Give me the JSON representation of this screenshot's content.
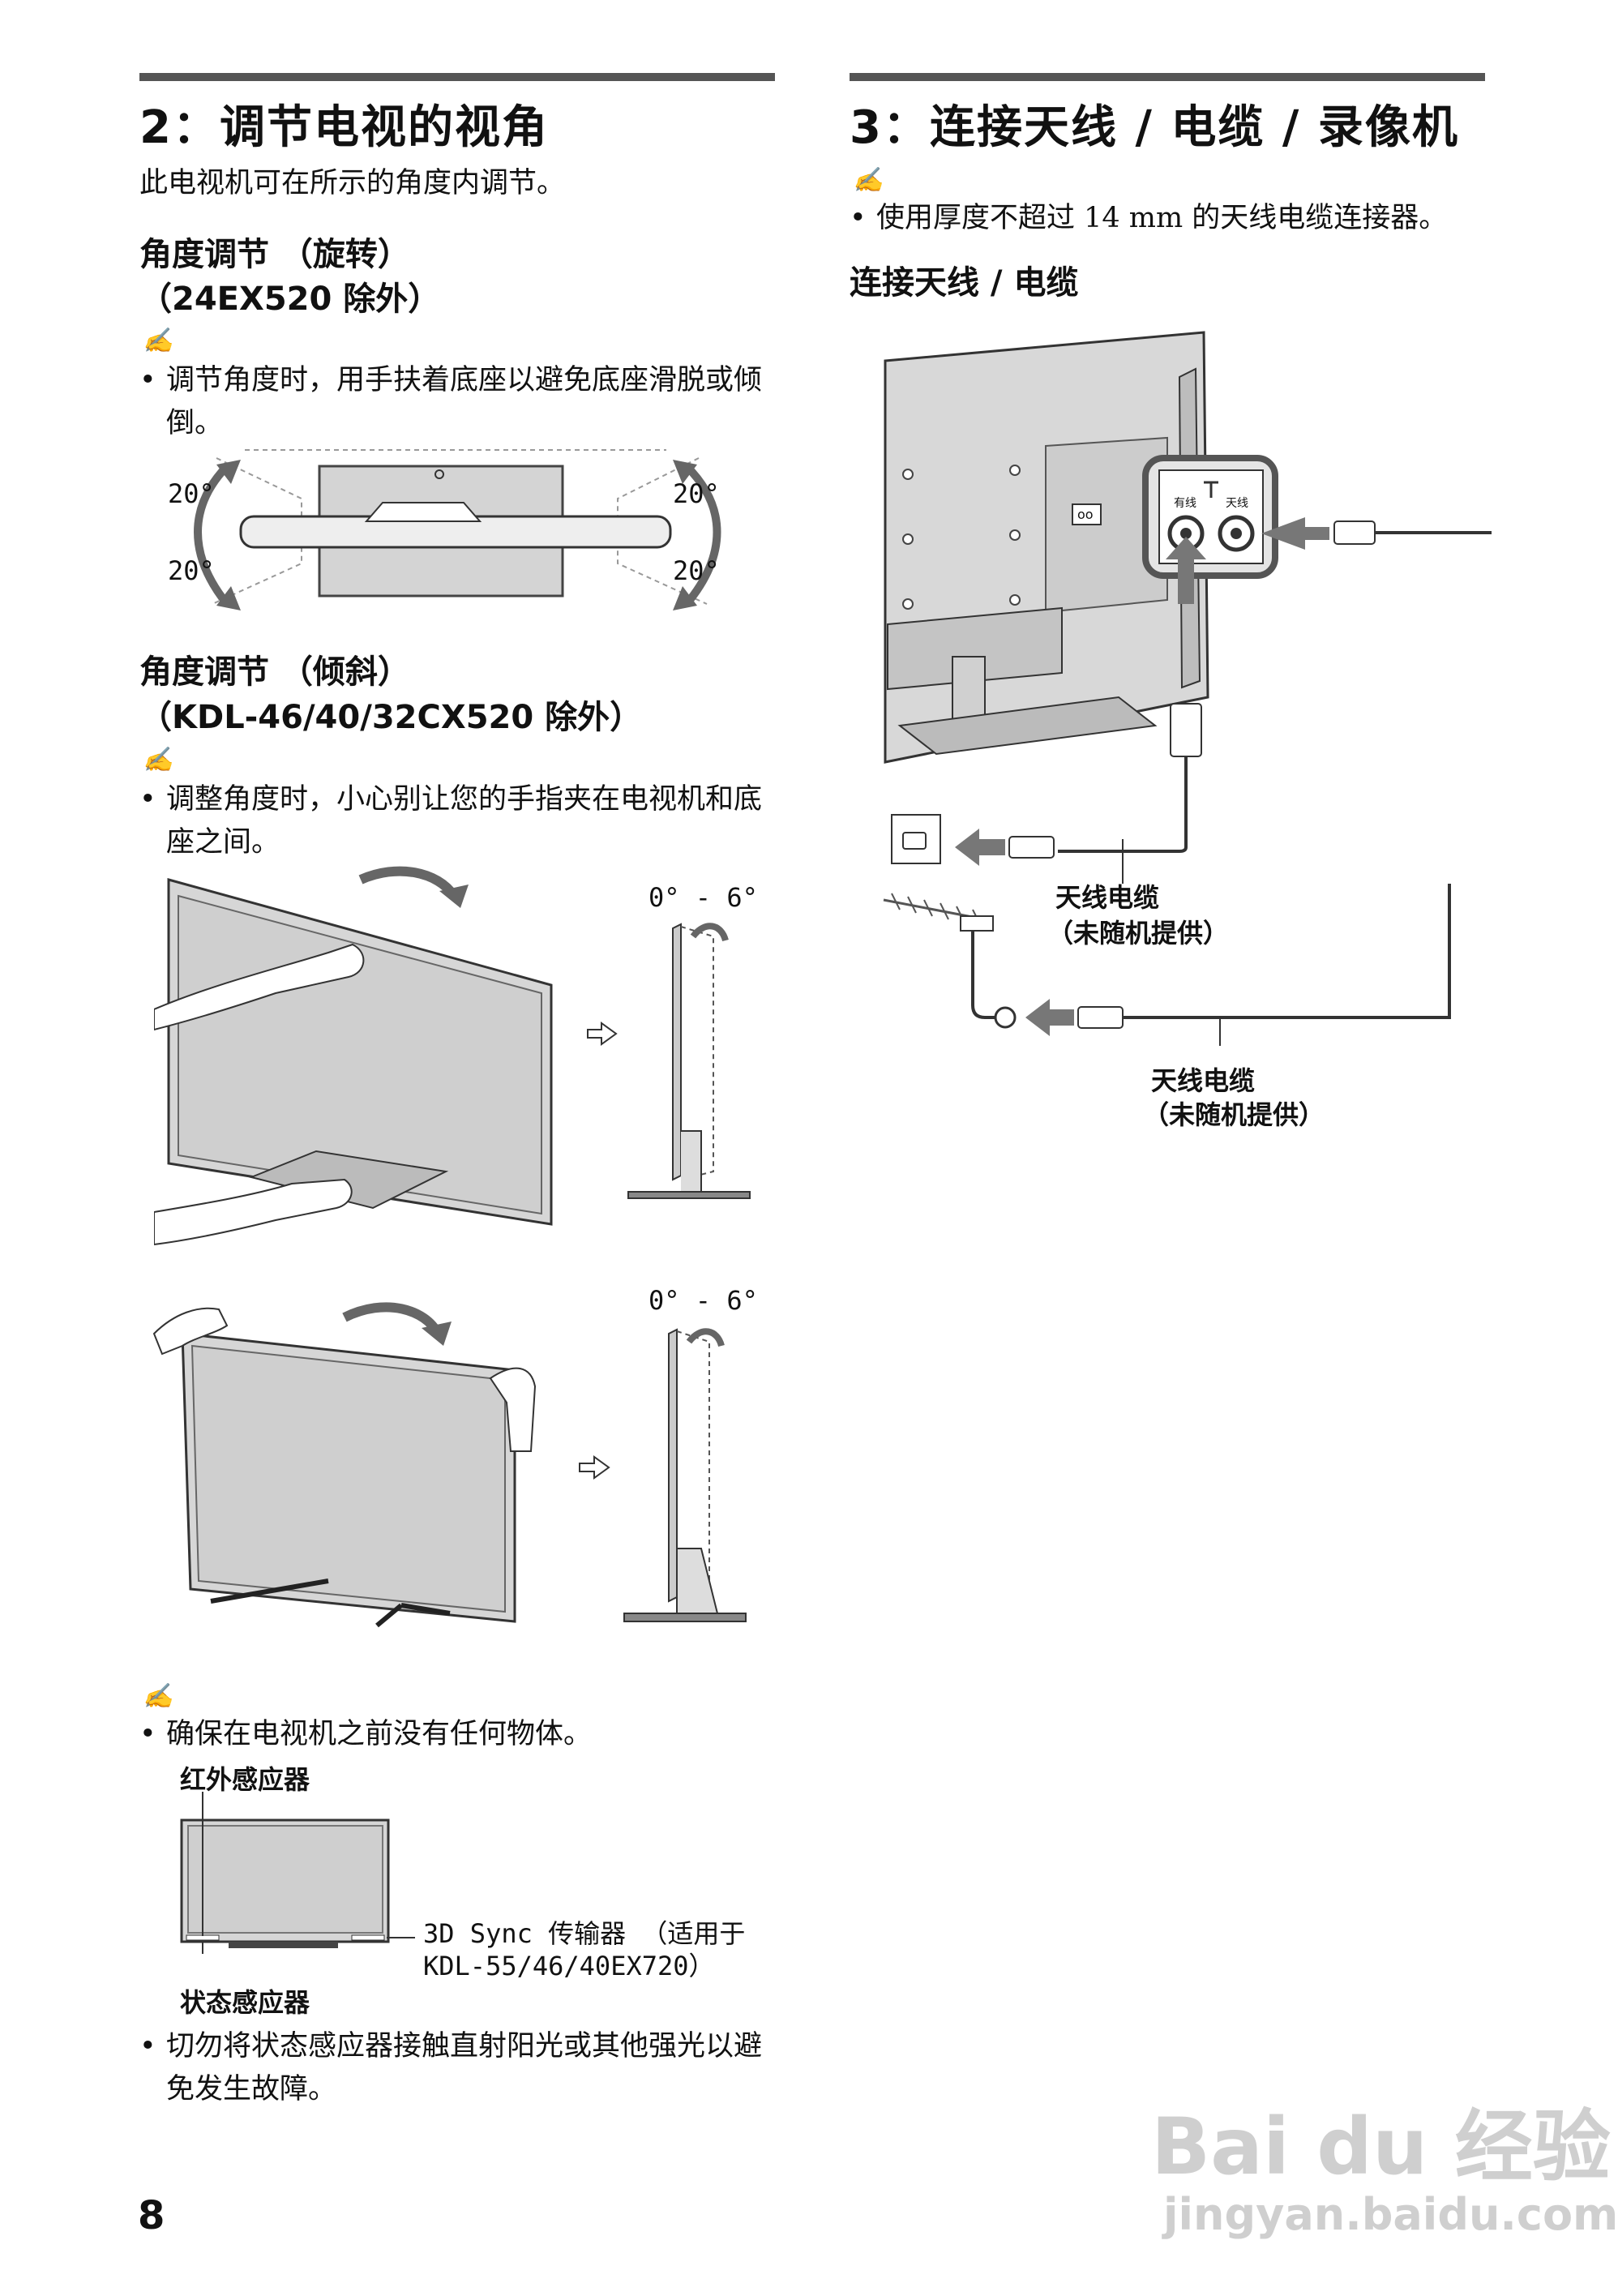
{
  "left": {
    "section_title": "2：调节电视的视角",
    "intro": "此电视机可在所示的角度内调节。",
    "rotate": {
      "heading_line1": "角度调节 （旋转）",
      "heading_line2": "（24EX520 除外）",
      "note_bullet": "调节角度时，用手扶着底座以避免底座滑脱或倾倒。",
      "angle_tl": "20°",
      "angle_tr": "20°",
      "angle_bl": "20°",
      "angle_br": "20°"
    },
    "tilt": {
      "heading_line1": "角度调节 （倾斜）",
      "heading_line2": "（KDL-46/40/32CX520 除外）",
      "note_bullet": "调整角度时，小心别让您的手指夹在电视机和底座之间。",
      "range_1": "0° - 6°",
      "range_2": "0° - 6°"
    },
    "sensor": {
      "note_bullet": "确保在电视机之前没有任何物体。",
      "ir_label": "红外感应器",
      "sync_label_line1": "3D Sync 传输器 （适用于",
      "sync_label_line2": "KDL-55/46/40EX720）",
      "status_label": "状态感应器",
      "bottom_bullet": "切勿将状态感应器接触直射阳光或其他强光以避免发生故障。"
    }
  },
  "right": {
    "section_title": "3：连接天线 / 电缆 / 录像机",
    "note_bullet": "使用厚度不超过 14 mm 的天线电缆连接器。",
    "sub_heading": "连接天线 / 电缆",
    "port_label_cable": "有线",
    "port_label_antenna": "天线",
    "cable_label_1_line1": "天线电缆",
    "cable_label_1_line2": "（未随机提供）",
    "cable_label_2_line1": "天线电缆",
    "cable_label_2_line2": "（未随机提供）"
  },
  "page_number": "8",
  "watermark": {
    "brand": "Bai du 经验",
    "url": "jingyan.baidu.com"
  },
  "icons": {
    "note": "pencil-note-icon"
  }
}
